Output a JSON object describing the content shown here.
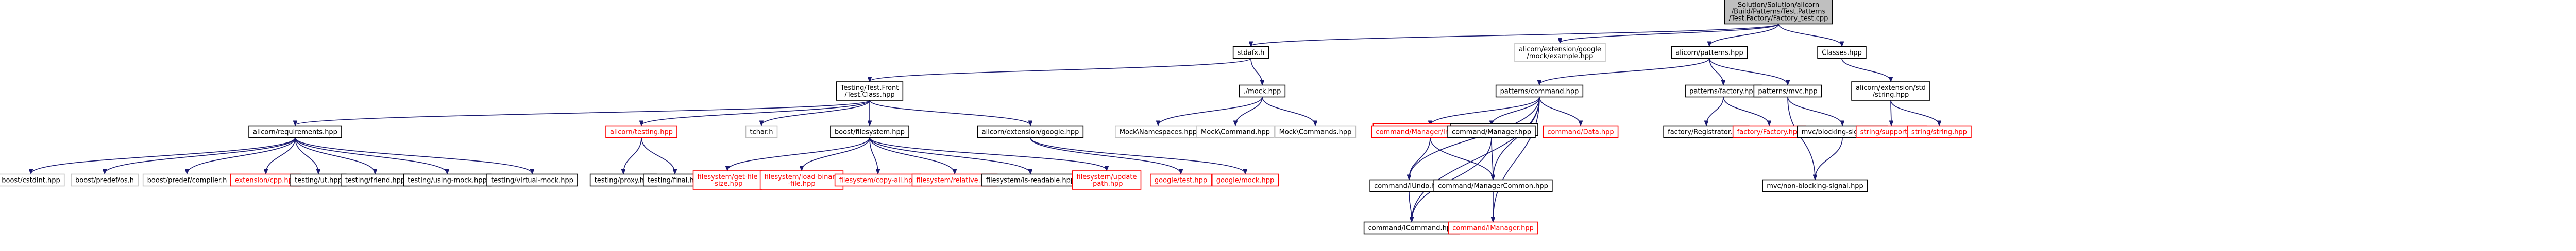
{
  "graph": {
    "nodes": [
      {
        "id": "root",
        "lines": [
          "Solution/Solution/alicorn",
          "/Build/Patterns/Test.Patterns",
          "/Test.Factory/Factory_test.cpp"
        ],
        "style": "focus"
      },
      {
        "id": "stdafx",
        "lines": [
          "stdafx.h"
        ],
        "style": "normal"
      },
      {
        "id": "example",
        "lines": [
          "alicorn/extension/google",
          "/mock/example.hpp"
        ],
        "style": "ext"
      },
      {
        "id": "patterns",
        "lines": [
          "alicorn/patterns.hpp"
        ],
        "style": "normal"
      },
      {
        "id": "classes",
        "lines": [
          "Classes.hpp"
        ],
        "style": "normal"
      },
      {
        "id": "tfclass",
        "lines": [
          "Testing/Test.Front",
          "/Test.Class.hpp"
        ],
        "style": "normal"
      },
      {
        "id": "mockhpp",
        "lines": [
          "./mock.hpp"
        ],
        "style": "normal"
      },
      {
        "id": "pcommand",
        "lines": [
          "patterns/command.hpp"
        ],
        "style": "normal"
      },
      {
        "id": "pfactory",
        "lines": [
          "patterns/factory.hpp"
        ],
        "style": "normal"
      },
      {
        "id": "pmvc",
        "lines": [
          "patterns/mvc.hpp"
        ],
        "style": "normal"
      },
      {
        "id": "extstd",
        "lines": [
          "alicorn/extension/std",
          "/string.hpp"
        ],
        "style": "normal"
      },
      {
        "id": "requirements",
        "lines": [
          "alicorn/requirements.hpp"
        ],
        "style": "normal"
      },
      {
        "id": "atesting",
        "lines": [
          "alicorn/testing.hpp"
        ],
        "style": "missing"
      },
      {
        "id": "tchar",
        "lines": [
          "tchar.h"
        ],
        "style": "ext"
      },
      {
        "id": "bfs",
        "lines": [
          "boost/filesystem.hpp"
        ],
        "style": "normal"
      },
      {
        "id": "aeg",
        "lines": [
          "alicorn/extension/google.hpp"
        ],
        "style": "normal"
      },
      {
        "id": "mnames",
        "lines": [
          "Mock\\Namespaces.hpp"
        ],
        "style": "ext"
      },
      {
        "id": "mcommand",
        "lines": [
          "Mock\\Command.hpp"
        ],
        "style": "ext"
      },
      {
        "id": "mcommands",
        "lines": [
          "Mock\\Commands.hpp"
        ],
        "style": "ext"
      },
      {
        "id": "cmundo",
        "lines": [
          "command/Manager/Undo.hpp"
        ],
        "style": "missing"
      },
      {
        "id": "cmgr",
        "lines": [
          "command/Manager.hpp"
        ],
        "style": "normal"
      },
      {
        "id": "cdata",
        "lines": [
          "command/Data.hpp"
        ],
        "style": "missing"
      },
      {
        "id": "freg",
        "lines": [
          "factory/Registrator.hpp"
        ],
        "style": "normal"
      },
      {
        "id": "ffactory",
        "lines": [
          "factory/Factory.hpp"
        ],
        "style": "missing"
      },
      {
        "id": "mvcbs",
        "lines": [
          "mvc/blocking-signal.hpp"
        ],
        "style": "normal"
      },
      {
        "id": "strsupport",
        "lines": [
          "string/support.hpp"
        ],
        "style": "missing"
      },
      {
        "id": "strstring",
        "lines": [
          "string/string.hpp"
        ],
        "style": "missing"
      },
      {
        "id": "cstdint",
        "lines": [
          "boost/cstdint.hpp"
        ],
        "style": "ext"
      },
      {
        "id": "predefos",
        "lines": [
          "boost/predef/os.h"
        ],
        "style": "ext"
      },
      {
        "id": "predefcomp",
        "lines": [
          "boost/predef/compiler.h"
        ],
        "style": "ext"
      },
      {
        "id": "extcpp",
        "lines": [
          "extension/cpp.hpp"
        ],
        "style": "missing"
      },
      {
        "id": "tut",
        "lines": [
          "testing/ut.hpp"
        ],
        "style": "normal"
      },
      {
        "id": "tfriend",
        "lines": [
          "testing/friend.hpp"
        ],
        "style": "normal"
      },
      {
        "id": "tusing",
        "lines": [
          "testing/using-mock.hpp"
        ],
        "style": "normal"
      },
      {
        "id": "tvirtual",
        "lines": [
          "testing/virtual-mock.hpp"
        ],
        "style": "normal"
      },
      {
        "id": "tproxy",
        "lines": [
          "testing/proxy.hpp"
        ],
        "style": "normal"
      },
      {
        "id": "tfinal",
        "lines": [
          "testing/final.hpp"
        ],
        "style": "normal"
      },
      {
        "id": "fsgetfile",
        "lines": [
          "filesystem/get-file",
          "-size.hpp"
        ],
        "style": "missing"
      },
      {
        "id": "fsload",
        "lines": [
          "filesystem/load-binary",
          "-file.hpp"
        ],
        "style": "missing"
      },
      {
        "id": "fscopy",
        "lines": [
          "filesystem/copy-all.hpp"
        ],
        "style": "missing"
      },
      {
        "id": "fsrel",
        "lines": [
          "filesystem/relative.hpp"
        ],
        "style": "missing"
      },
      {
        "id": "fsread",
        "lines": [
          "filesystem/is-readable.hpp"
        ],
        "style": "normal"
      },
      {
        "id": "fsupdate",
        "lines": [
          "filesystem/update",
          "-path.hpp"
        ],
        "style": "missing"
      },
      {
        "id": "gtest",
        "lines": [
          "google/test.hpp"
        ],
        "style": "missing"
      },
      {
        "id": "gmock",
        "lines": [
          "google/mock.hpp"
        ],
        "style": "missing"
      },
      {
        "id": "cindexed",
        "lines": [
          "command/Manager/Indexed.hpp"
        ],
        "style": "missing"
      },
      {
        "id": "cmanager",
        "lines": [
          "command/Manager.hpp"
        ],
        "style": "normal"
      },
      {
        "id": "cuundo",
        "lines": [
          "command/IUndo.hpp"
        ],
        "style": "normal"
      },
      {
        "id": "cmcommon",
        "lines": [
          "command/ManagerCommon.hpp"
        ],
        "style": "normal"
      },
      {
        "id": "mvcnbs",
        "lines": [
          "mvc/non-blocking-signal.hpp"
        ],
        "style": "normal"
      },
      {
        "id": "cicommand",
        "lines": [
          "command/ICommand.hpp"
        ],
        "style": "normal"
      },
      {
        "id": "cimanager",
        "lines": [
          "command/IManager.hpp"
        ],
        "style": "missing"
      }
    ]
  }
}
